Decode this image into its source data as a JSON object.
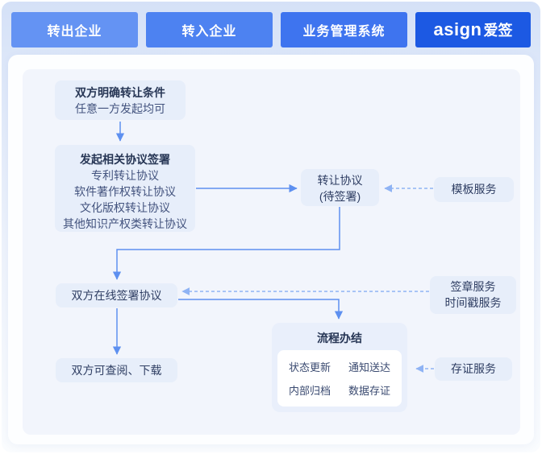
{
  "header": {
    "lanes": [
      {
        "label": "转出企业",
        "color": "#6493f3"
      },
      {
        "label": "转入企业",
        "color": "#4d82f1"
      },
      {
        "label": "业务管理系统",
        "color": "#3e74ef"
      },
      {
        "label": "asign爱签",
        "logo": "asign",
        "suffix": "爱签",
        "color": "#1c59e3"
      }
    ]
  },
  "flow": {
    "nodes": {
      "clarify": {
        "title": "双方明确转让条件",
        "subtitle": "任意一方发起均可"
      },
      "initiate": {
        "title": "发起相关协议签署",
        "items": [
          "专利转让协议",
          "软件著作权转让协议",
          "文化版权转让协议",
          "其他知识产权类转让协议"
        ]
      },
      "agreement": {
        "title": "转让协议",
        "subtitle": "(待签署)"
      },
      "template_service": {
        "label": "模板服务"
      },
      "sign_online": {
        "label": "双方在线签署协议"
      },
      "seal_service": {
        "line1": "签章服务",
        "line2": "时间戳服务"
      },
      "process_complete": {
        "title": "流程办结",
        "items": [
          "状态更新",
          "通知送达",
          "内部归档",
          "数据存证"
        ]
      },
      "view_download": {
        "label": "双方可查阅、下载"
      },
      "evidence_service": {
        "label": "存证服务"
      }
    }
  },
  "colors": {
    "arrow_solid": "#5e90f0",
    "arrow_dashed": "#8fb3f4",
    "node_bg": "#e7eefa",
    "panel_bg": "#f2f5fc",
    "card_bg": "#fdfeff",
    "band_bg": "#d5e1f7",
    "text_primary": "#273655",
    "text_secondary": "#43537e"
  }
}
